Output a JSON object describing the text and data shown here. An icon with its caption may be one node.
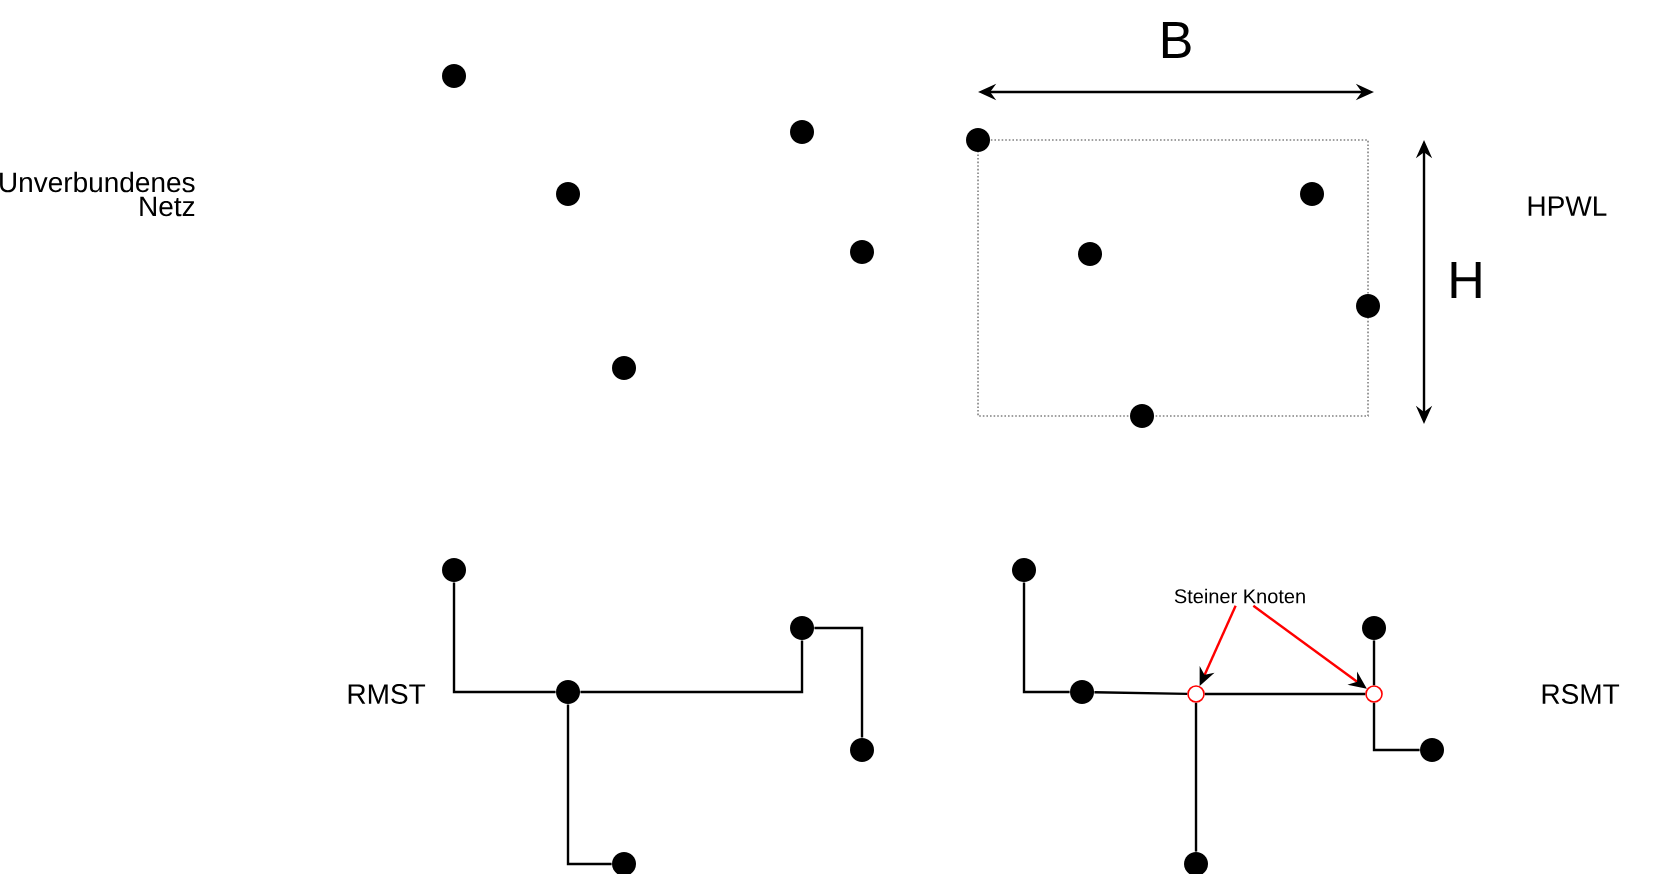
{
  "diagram": {
    "nodes": [
      {
        "text": [],
        "shape": "circle"
      },
      {
        "text": [],
        "shape": "circle"
      },
      {
        "text": [],
        "shape": "circle"
      },
      {
        "text": [],
        "shape": "circle"
      },
      {
        "text": [],
        "shape": "circle"
      },
      {
        "text": [],
        "shape": "circle"
      },
      {
        "text": [],
        "shape": "circle"
      },
      {
        "text": [],
        "shape": "circle"
      },
      {
        "text": [],
        "shape": "circle"
      },
      {
        "text": [],
        "shape": "circle"
      },
      {
        "text": [],
        "shape": "circle"
      },
      {
        "text": [],
        "shape": "circle"
      },
      {
        "text": [],
        "shape": "circle"
      },
      {
        "text": [],
        "shape": "circle"
      },
      {
        "text": [],
        "shape": "circle"
      },
      {
        "text": [
          "Steiner Knoten"
        ]
      },
      {
        "text": [],
        "shape": "circle"
      },
      {
        "text": [],
        "shape": "circle"
      },
      {
        "text": [],
        "shape": "circle"
      },
      {
        "text": [],
        "shape": "circle"
      },
      {
        "text": [],
        "shape": "circle"
      },
      {
        "text": [],
        "shape": "ring"
      },
      {
        "text": [],
        "shape": "ring"
      }
    ],
    "edges": [
      {
        "from": 10,
        "to": 12,
        "arrow": "none"
      },
      {
        "from": 12,
        "to": 11,
        "arrow": "none"
      },
      {
        "from": 11,
        "to": 13,
        "arrow": "none"
      },
      {
        "from": 12,
        "to": 14,
        "arrow": "none"
      },
      {
        "from": 16,
        "to": 18,
        "arrow": "none"
      },
      {
        "from": 18,
        "to": 21,
        "arrow": "none"
      },
      {
        "from": 21,
        "to": 22,
        "arrow": "none"
      },
      {
        "from": 21,
        "to": 20,
        "arrow": "none"
      },
      {
        "from": 22,
        "to": 17,
        "arrow": "none"
      },
      {
        "from": 22,
        "to": 19,
        "arrow": "none"
      },
      {
        "from": 15,
        "to": 21,
        "arrow": "to",
        "color": "#ff0000"
      },
      {
        "from": 15,
        "to": 22,
        "arrow": "to",
        "color": "#ff0000"
      }
    ],
    "labels": [
      "B",
      "Unverbundenes Netz",
      "HPWL",
      "H",
      "RMST",
      "RSMT"
    ]
  }
}
